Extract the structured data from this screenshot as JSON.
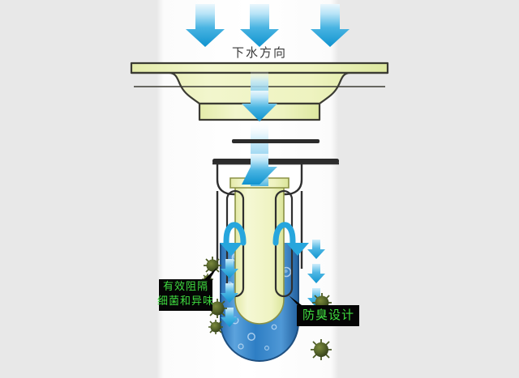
{
  "diagram": {
    "title_text": "下水方向",
    "background_color": "#e8e8e8",
    "panel_color": "#ffffff",
    "accent_blue": "#1a9fd4",
    "body_yellow": "#eef2b8",
    "water_blue": "#2f7fc4",
    "germ_color": "#4e5c22",
    "callout_bg": "#050505",
    "callout_text_color": "#3fdc3f"
  },
  "flow_label": {
    "text": "下水方向",
    "color": "#3a3a3a"
  },
  "callouts": [
    {
      "id": "bacteria-callout",
      "line1": "有效阻隔",
      "line2": "细菌和异味"
    },
    {
      "id": "odor-callout",
      "line1": "防臭设计",
      "line2": ""
    }
  ],
  "arrows": {
    "top_count": 3,
    "side_down_count": 3,
    "direction": "down",
    "color": "#1a9fd4"
  },
  "germs": {
    "count": 6,
    "color": "#4e5c22"
  }
}
